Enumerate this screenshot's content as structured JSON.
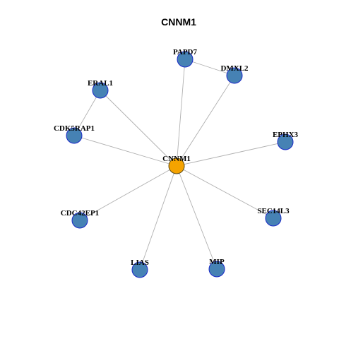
{
  "title": "CNNM1",
  "colors": {
    "hub_fill": "#f5a300",
    "hub_stroke": "#5a4a1a",
    "node_fill": "#4682b4",
    "node_stroke": "#1a28c8",
    "edge": "#b0b0b0"
  },
  "nodes": [
    {
      "id": "CNNM1",
      "label": "CNNM1",
      "role": "hub"
    },
    {
      "id": "PAPD7",
      "label": "PAPD7",
      "role": "neighbor"
    },
    {
      "id": "DMXL2",
      "label": "DMXL2",
      "role": "neighbor"
    },
    {
      "id": "ERAL1",
      "label": "ERAL1",
      "role": "neighbor"
    },
    {
      "id": "CDK5RAP1",
      "label": "CDK5RAP1",
      "role": "neighbor"
    },
    {
      "id": "EPHX3",
      "label": "EPHX3",
      "role": "neighbor"
    },
    {
      "id": "CDC42EP1",
      "label": "CDC42EP1",
      "role": "neighbor"
    },
    {
      "id": "SEC14L3",
      "label": "SEC14L3",
      "role": "neighbor"
    },
    {
      "id": "LIAS",
      "label": "LIAS",
      "role": "neighbor"
    },
    {
      "id": "MIP",
      "label": "MIP",
      "role": "neighbor"
    }
  ],
  "edges": [
    [
      "CNNM1",
      "PAPD7"
    ],
    [
      "CNNM1",
      "DMXL2"
    ],
    [
      "CNNM1",
      "ERAL1"
    ],
    [
      "CNNM1",
      "CDK5RAP1"
    ],
    [
      "CNNM1",
      "EPHX3"
    ],
    [
      "CNNM1",
      "SEC14L3"
    ],
    [
      "CNNM1",
      "CDC42EP1"
    ],
    [
      "CNNM1",
      "LIAS"
    ],
    [
      "CNNM1",
      "MIP"
    ],
    [
      "PAPD7",
      "DMXL2"
    ],
    [
      "ERAL1",
      "CDK5RAP1"
    ]
  ]
}
